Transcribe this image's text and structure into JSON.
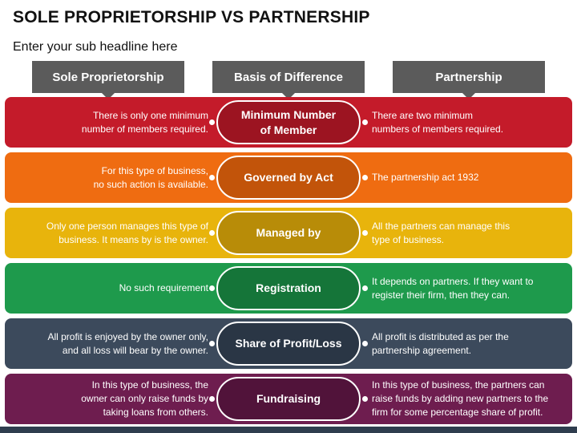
{
  "title": "SOLE PROPRIETORSHIP VS PARTNERSHIP",
  "subtitle": "Enter your sub headline here",
  "columns": {
    "left": "Sole Proprietorship",
    "middle": "Basis of Difference",
    "right": "Partnership"
  },
  "rows": [
    {
      "basis": "Minimum Number\nof Member",
      "left": "There is only one minimum\nnumber of members required.",
      "right": "There are two minimum\nnumbers of members required.",
      "bg": "#c41b2a",
      "pill": "#9c1421"
    },
    {
      "basis": "Governed by Act",
      "left": "For this type of business,\nno such action is available.",
      "right": "The partnership act 1932",
      "bg": "#ef6c11",
      "pill": "#c2540a"
    },
    {
      "basis": "Managed by",
      "left": "Only one person manages this type of\nbusiness. It means by is the owner.",
      "right": "All the partners can manage this\ntype of business.",
      "bg": "#e8b40c",
      "pill": "#b88c08"
    },
    {
      "basis": "Registration",
      "left": "No such requirement",
      "right": "It depends on partners. If they want to\nregister their firm, then they can.",
      "bg": "#1e9a4c",
      "pill": "#157539"
    },
    {
      "basis": "Share of Profit/Loss",
      "left": "All profit is enjoyed by the owner only,\nand all loss will bear by the owner.",
      "right": "All profit is distributed as per the\npartnership agreement.",
      "bg": "#3c4a5c",
      "pill": "#2a3645"
    },
    {
      "basis": "Fundraising",
      "left": "In this type of business, the\nowner can only raise funds by\ntaking loans from others.",
      "right": "In this type of business, the partners can\nraise funds by adding new partners to the\nfirm for some percentage share of profit.",
      "bg": "#6e1d4f",
      "pill": "#51133a"
    }
  ]
}
